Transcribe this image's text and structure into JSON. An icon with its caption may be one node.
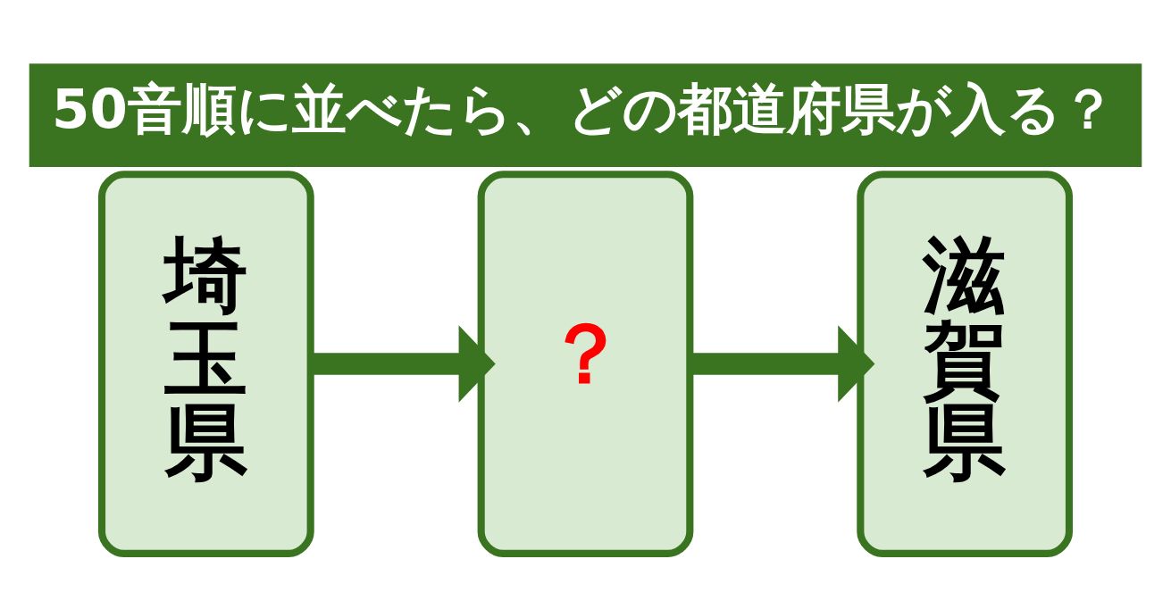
{
  "diagram": {
    "title": "50音順に並べたら、どの都道府県が入る？",
    "nodes": [
      {
        "text": [
          "埼玉県"
        ]
      },
      {
        "text": [
          "？"
        ]
      },
      {
        "text": [
          "滋賀県"
        ]
      }
    ],
    "edges": [
      {
        "from": 0,
        "to": 1,
        "arrow": "to"
      },
      {
        "from": 1,
        "to": 2,
        "arrow": "to"
      }
    ]
  }
}
